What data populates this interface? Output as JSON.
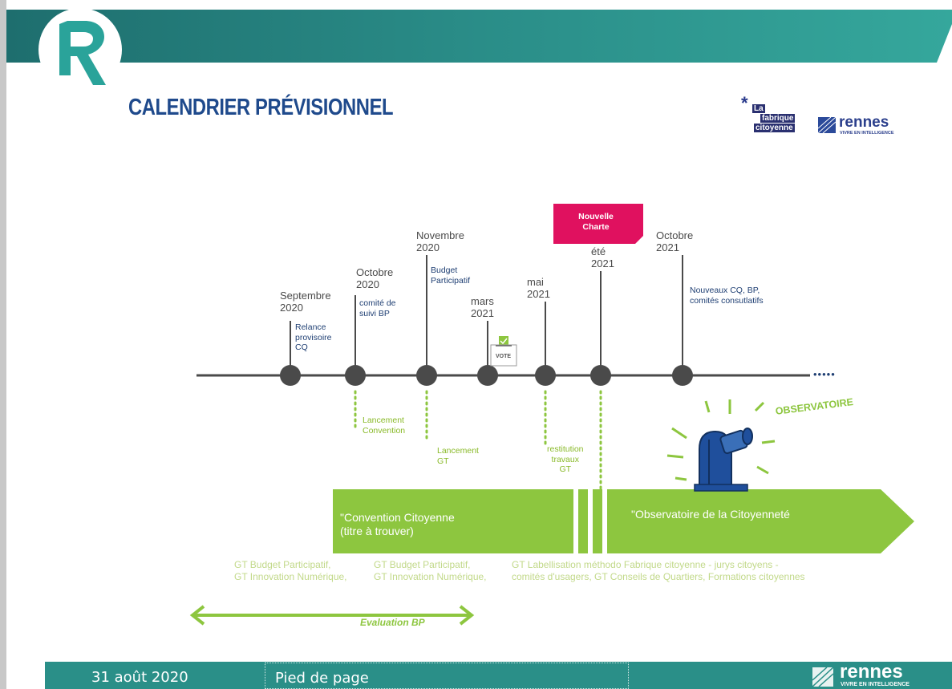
{
  "title": "CALENDRIER PRÉVISIONNEL",
  "logos": {
    "fabrique_asterisk": "*",
    "fabrique_line1": "La",
    "fabrique_line2": "fabrique",
    "fabrique_line3": "citoyenne",
    "rennes_name": "rennes",
    "rennes_tagline": "VIVRE EN INTELLIGENCE"
  },
  "timeline": {
    "milestones": [
      {
        "date_line1": "Septembre",
        "date_line2": "2020",
        "event": [
          "Relance",
          "provisoire",
          "CQ"
        ],
        "below": []
      },
      {
        "date_line1": "Octobre",
        "date_line2": "2020",
        "event": [
          "comité de",
          "suivi BP"
        ],
        "below": [
          "Lancement",
          "Convention"
        ]
      },
      {
        "date_line1": "Novembre",
        "date_line2": "2020",
        "event": [
          "Budget",
          "Participatif"
        ],
        "below": [
          "Lancement",
          "GT"
        ]
      },
      {
        "date_line1": "mars",
        "date_line2": "2021",
        "event": [],
        "below": []
      },
      {
        "date_line1": "mai",
        "date_line2": "2021",
        "event": [],
        "below": [
          "restitution",
          "travaux",
          "GT"
        ]
      },
      {
        "date_line1": "été",
        "date_line2": "2021",
        "event": [],
        "below": []
      },
      {
        "date_line1": "Octobre",
        "date_line2": "2021",
        "event": [
          "Nouveaux CQ, BP,",
          "comités consutlatifs"
        ],
        "below": []
      }
    ],
    "vote_label": "VOTE",
    "highlight_line1": "Nouvelle",
    "highlight_line2": "Charte",
    "ellipsis": "•••••"
  },
  "phases": {
    "convention_line1": "\"Convention Citoyenne",
    "convention_line2": "(titre à trouver)",
    "observatoire": "\"Observatoire de la Citoyenneté",
    "observatoire_label": "OBSERVATOIRE"
  },
  "working_groups": {
    "col1_line1": "GT Budget Participatif,",
    "col1_line2": "GT Innovation Numérique,",
    "col2_line1": "GT Budget Participatif,",
    "col2_line2": "GT Innovation Numérique,",
    "col3_line1": "GT Labellisation méthodo Fabrique citoyenne - jurys citoyens -",
    "col3_line2": "comités d'usagers, GT Conseils de Quartiers, Formations citoyennes"
  },
  "evaluation": "Evaluation BP",
  "footer": {
    "date": "31 août 2020",
    "placeholder": "Pied de page",
    "logo_name": "rennes",
    "logo_tagline": "VIVRE EN INTELLIGENCE"
  },
  "colors": {
    "teal": "#2a9d91",
    "navy": "#1f4a8c",
    "green": "#8dc63f",
    "magenta": "#e0115f",
    "grey_line": "#4a4a4a"
  }
}
